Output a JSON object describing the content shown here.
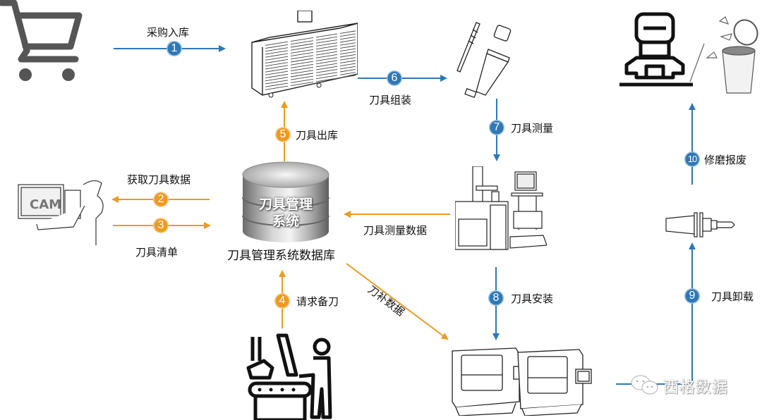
{
  "colors": {
    "blue": "#2e78b7",
    "orange": "#ef9a1f",
    "icon_gray": "#555555"
  },
  "nodes": {
    "purchase": {
      "icon": "shopping-cart-icon"
    },
    "tool_cabinet": {
      "icon": "tool-storage-cabinet-icon"
    },
    "tool_assembly": {
      "icon": "drill-and-tool-holder-icon"
    },
    "tool_presetter": {
      "icon": "tool-measuring-machine-icon"
    },
    "cnc_machines": {
      "icon": "cnc-machine-icon"
    },
    "tool_unload": {
      "icon": "tool-holder-with-drill-icon"
    },
    "grinding_scrap": {
      "icon": "grinding-machine-and-trash-icon"
    },
    "cam_user": {
      "icon": "cam-workstation-icon",
      "screen_text": "CAM"
    },
    "operator": {
      "icon": "machine-operator-icon"
    },
    "database": {
      "icon": "database-cylinder-icon",
      "inner_text_line1": "刀具管理",
      "inner_text_line2": "系统",
      "caption": "刀具管理系统数据库"
    }
  },
  "steps": [
    {
      "num": "1",
      "label": "采购入库",
      "color": "blue"
    },
    {
      "num": "2",
      "label": "获取刀具数据",
      "color": "orange"
    },
    {
      "num": "3",
      "label": "刀具清单",
      "color": "orange"
    },
    {
      "num": "4",
      "label": "请求备刀",
      "color": "orange"
    },
    {
      "num": "5",
      "label": "刀具出库",
      "color": "orange"
    },
    {
      "num": "6",
      "label": "刀具组装",
      "color": "blue"
    },
    {
      "num": "7",
      "label": "刀具测量",
      "color": "blue"
    },
    {
      "num": "8",
      "label": "刀具安装",
      "color": "blue"
    },
    {
      "num": "9",
      "label": "刀具卸载",
      "color": "blue"
    },
    {
      "num": "10",
      "label": "修磨报废",
      "color": "blue"
    }
  ],
  "unnumbered_flows": [
    {
      "label": "刀具测量数据",
      "color": "orange"
    },
    {
      "label": "刀补数据",
      "color": "orange"
    }
  ],
  "watermark": {
    "icon": "wechat-icon",
    "text": "西格数据"
  }
}
